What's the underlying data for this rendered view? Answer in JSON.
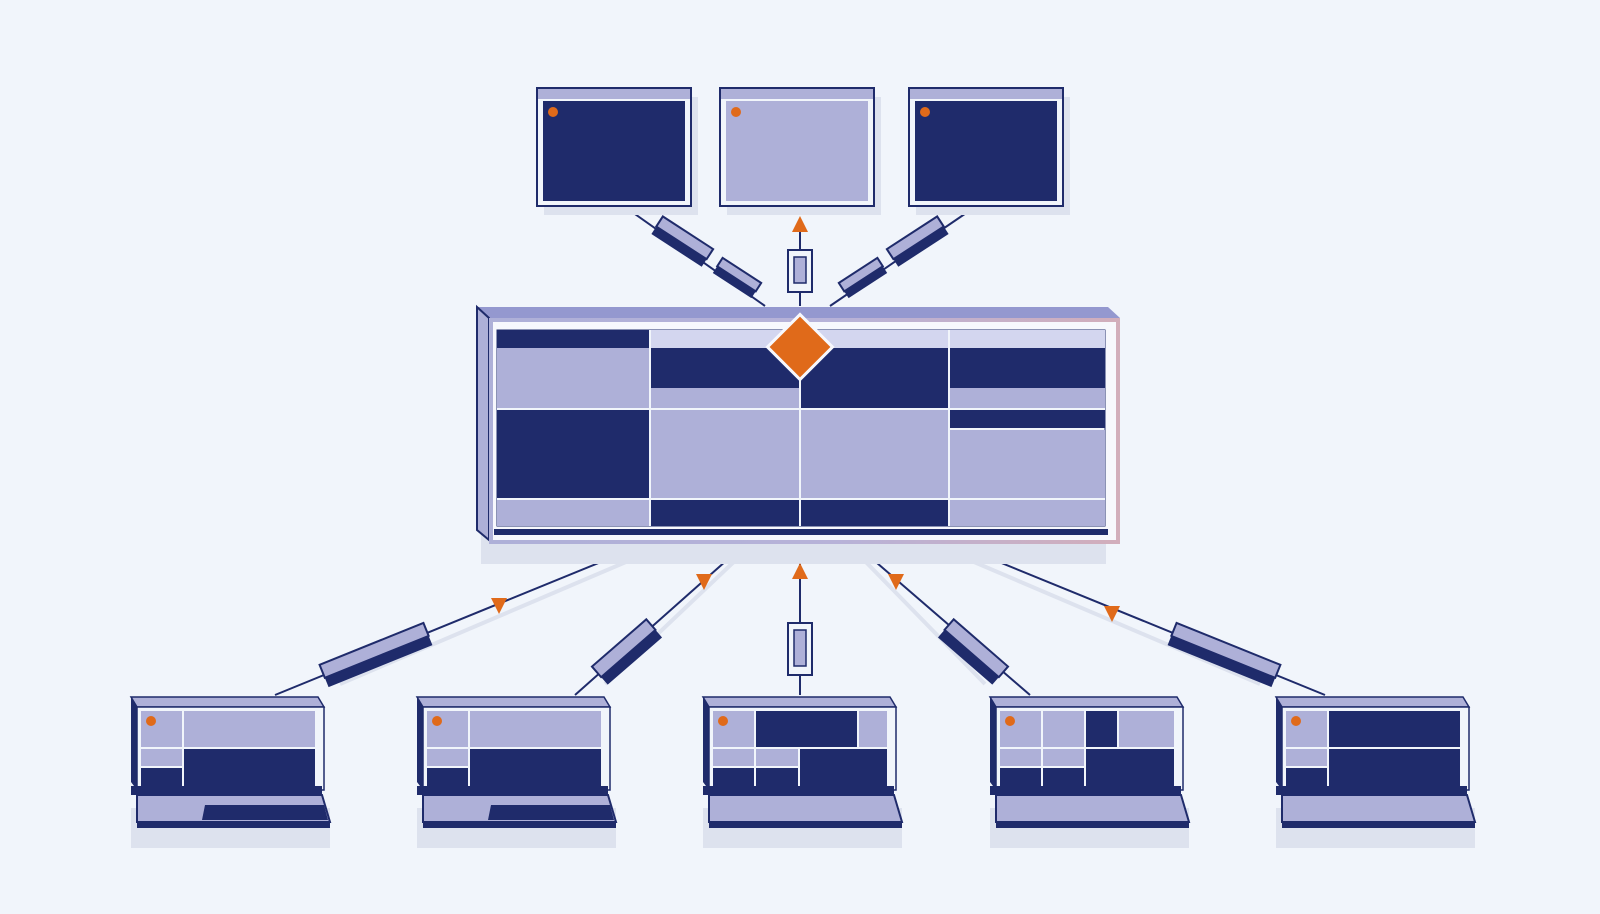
{
  "diagram": {
    "description_free": true,
    "colors": {
      "background": "#f1f5fb",
      "navy": "#1f2b6b",
      "lavender": "#aeb0d8",
      "lavender_light": "#c9cbe8",
      "accent": "#e06a1a",
      "shadow": "#dde2ee"
    },
    "top_displays": [
      {
        "fill": "dark"
      },
      {
        "fill": "light"
      },
      {
        "fill": "dark"
      }
    ],
    "laptops": [
      {
        "variant": "a"
      },
      {
        "variant": "a"
      },
      {
        "variant": "b"
      },
      {
        "variant": "c"
      },
      {
        "variant": "d"
      }
    ],
    "arrow_directions": {
      "top_center": "up",
      "bottom_outer_left": "down",
      "bottom_inner_left": "down",
      "bottom_center": "up",
      "bottom_inner_right": "down",
      "bottom_outer_right": "down"
    },
    "icons": {
      "hub_marker": "diamond-icon",
      "status_dot": "dot-icon",
      "connector": "adapter-icon"
    }
  }
}
